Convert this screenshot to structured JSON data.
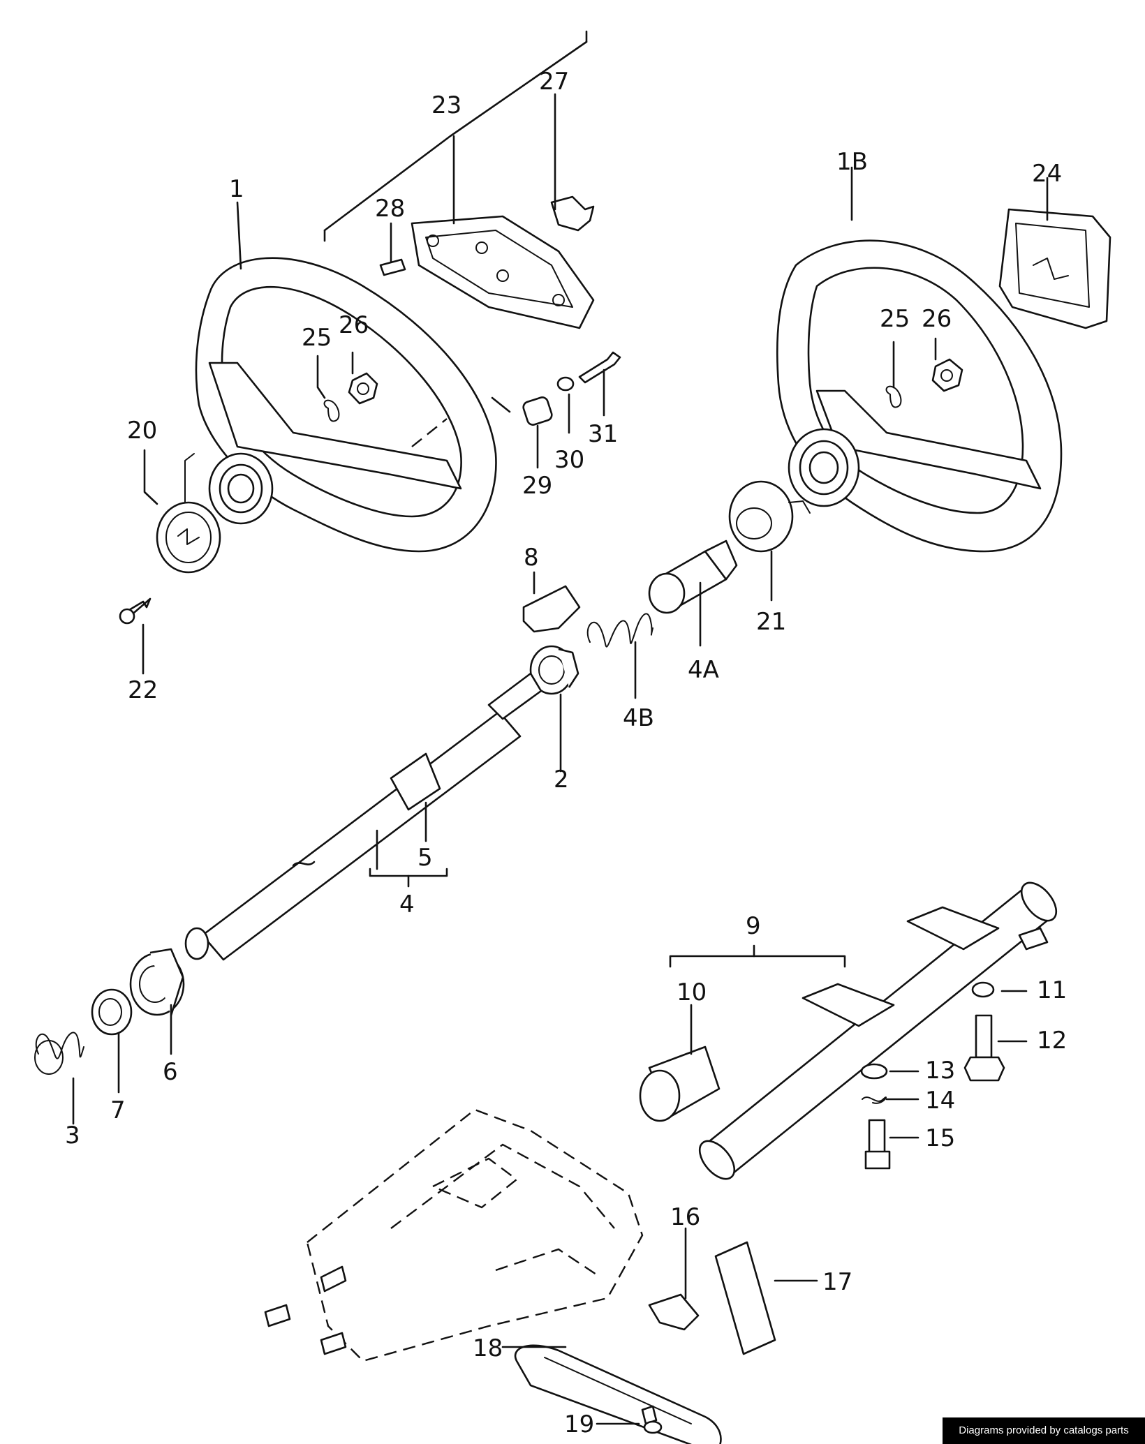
{
  "labels": {
    "p1": "1",
    "p1b": "1B",
    "p2": "2",
    "p3": "3",
    "p4": "4",
    "p4a": "4A",
    "p4b": "4B",
    "p5": "5",
    "p6": "6",
    "p7": "7",
    "p8": "8",
    "p9": "9",
    "p10": "10",
    "p11": "11",
    "p12": "12",
    "p13": "13",
    "p14": "14",
    "p15": "15",
    "p16": "16",
    "p17": "17",
    "p18": "18",
    "p19": "19",
    "p20": "20",
    "p21": "21",
    "p22": "22",
    "p23": "23",
    "p24": "24",
    "p25a": "25",
    "p25b": "25",
    "p26a": "26",
    "p26b": "26",
    "p27": "27",
    "p28": "28",
    "p29": "29",
    "p30": "30",
    "p31": "31"
  },
  "credit": "Diagrams provided by catalogs parts"
}
